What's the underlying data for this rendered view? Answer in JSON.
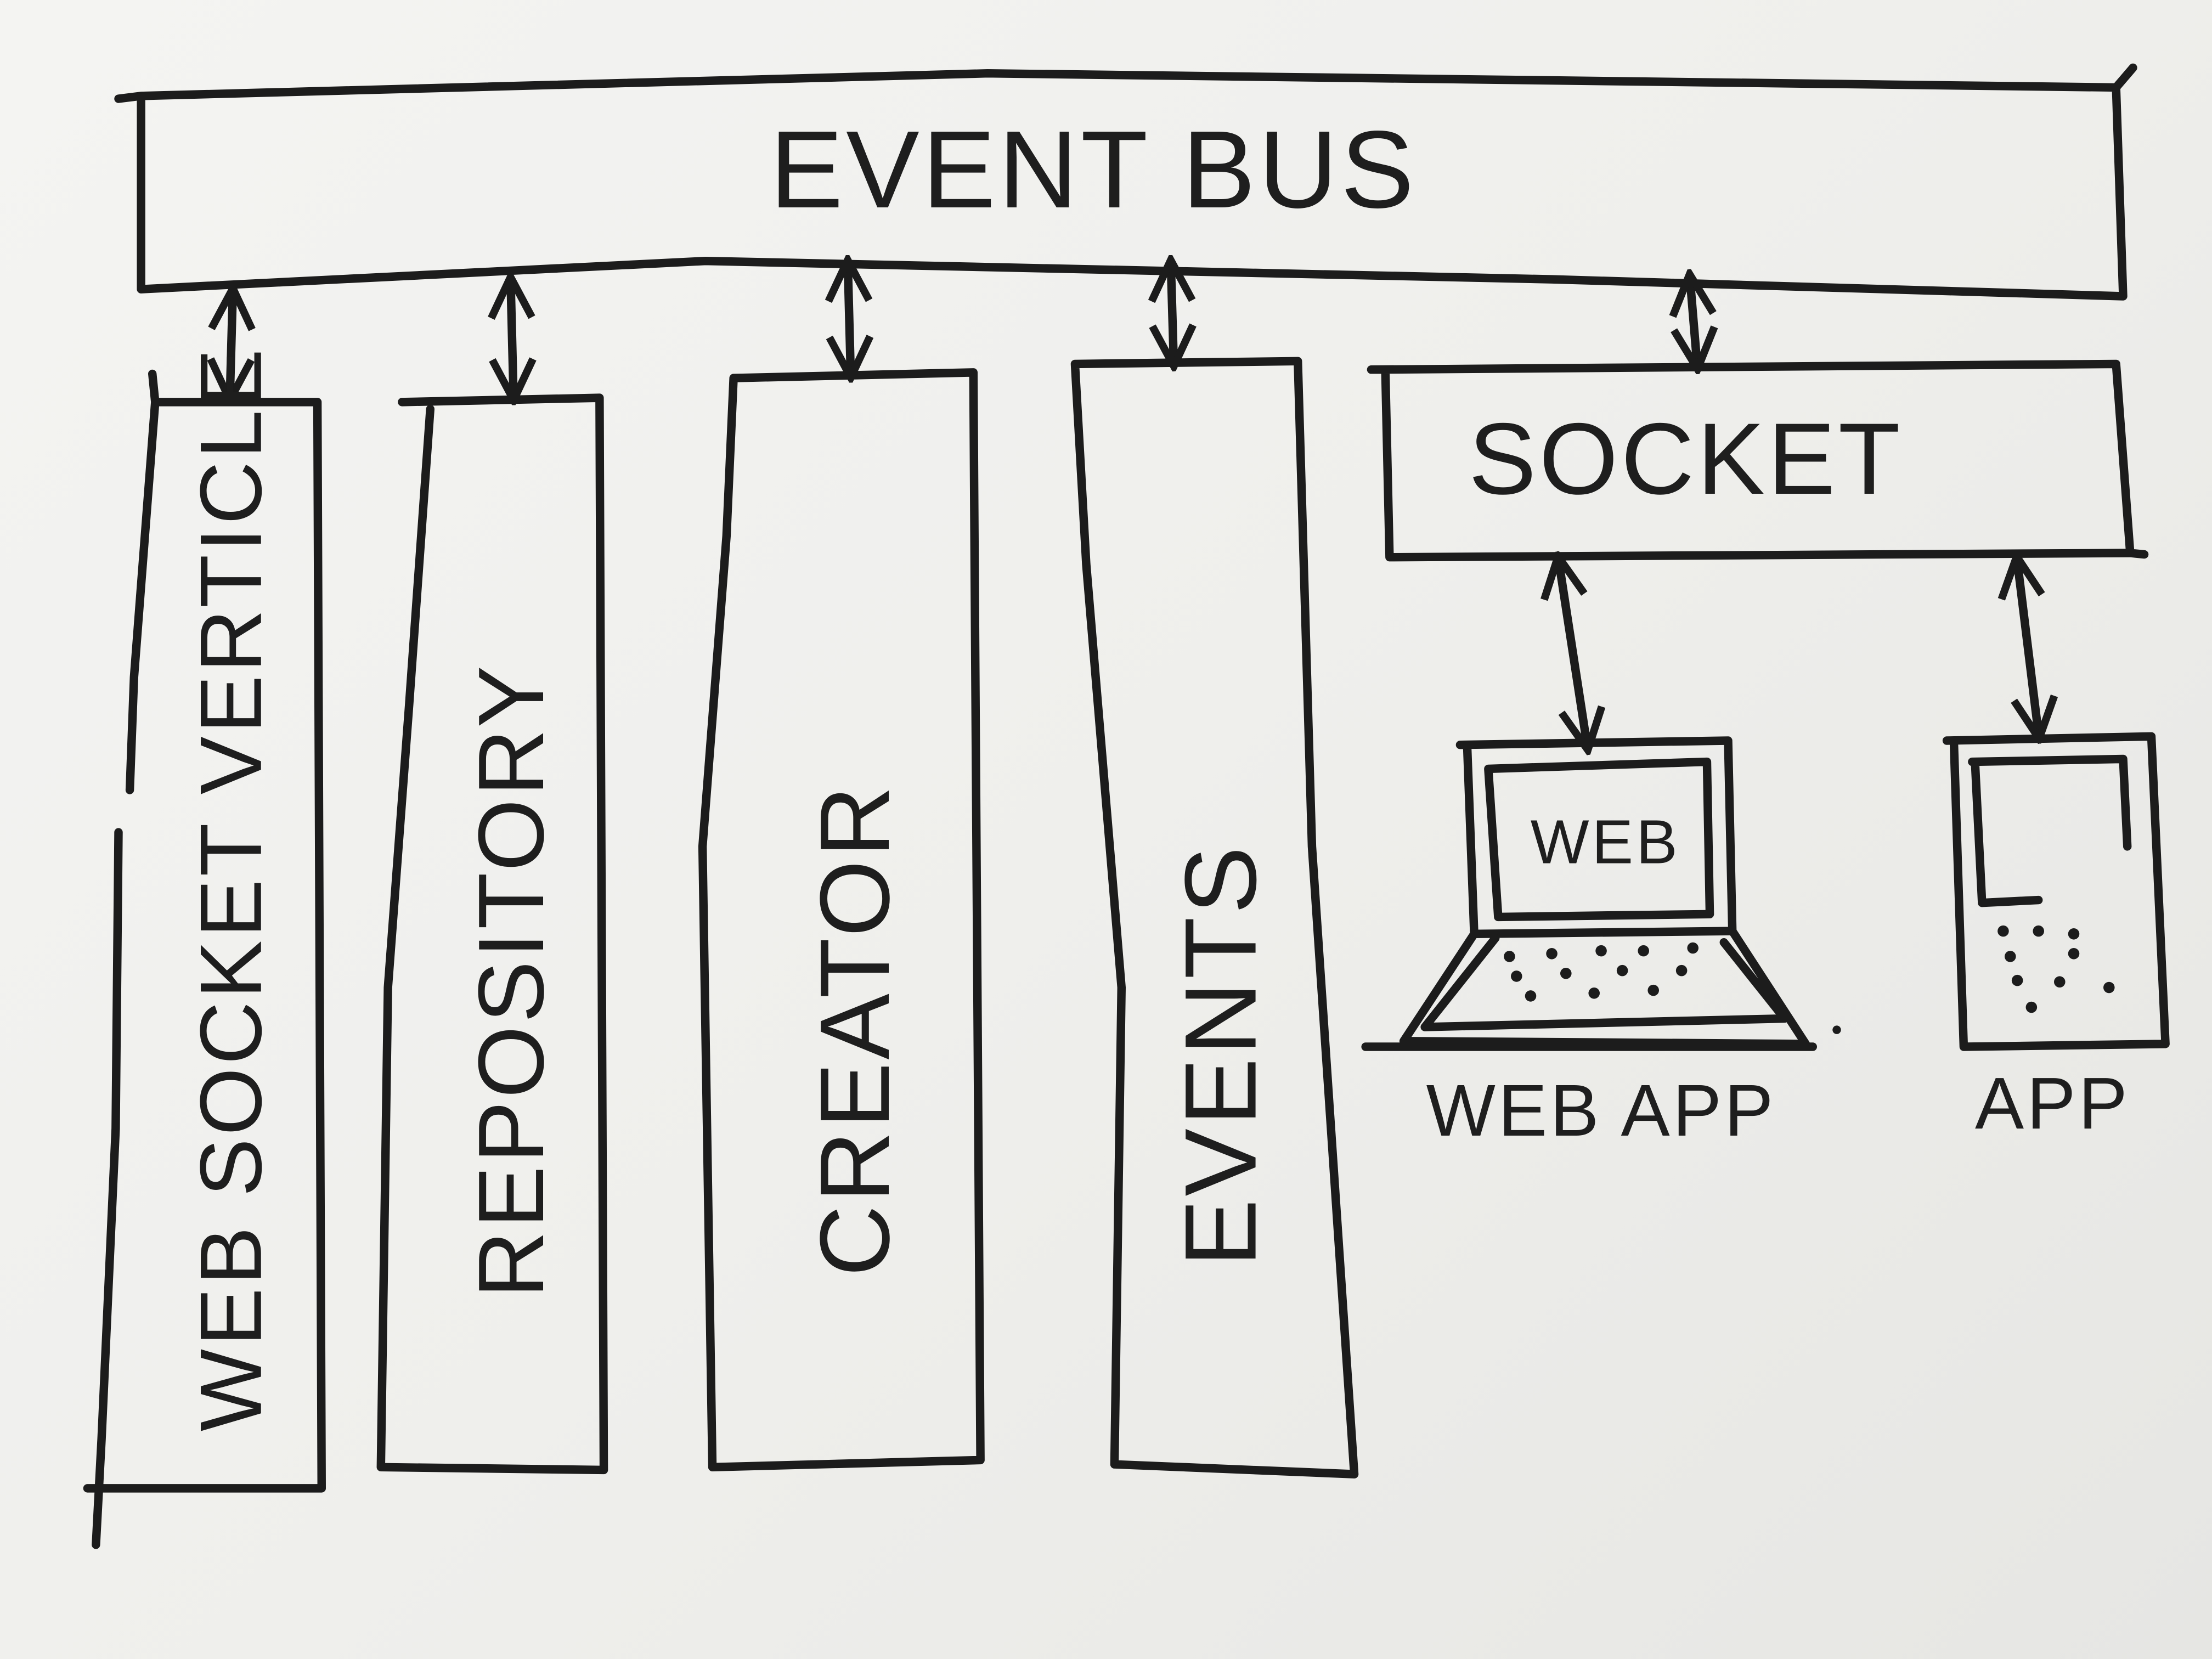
{
  "diagram": {
    "event_bus": "EVENT BUS",
    "columns": [
      {
        "label": "WEB SOCKET VERTICLE"
      },
      {
        "label": "REPOSITORY"
      },
      {
        "label": "CREATOR"
      },
      {
        "label": "EVENTS"
      }
    ],
    "socket": "SOCKET",
    "laptop_screen": "WEB",
    "web_app": "WEB APP",
    "app": "APP"
  }
}
